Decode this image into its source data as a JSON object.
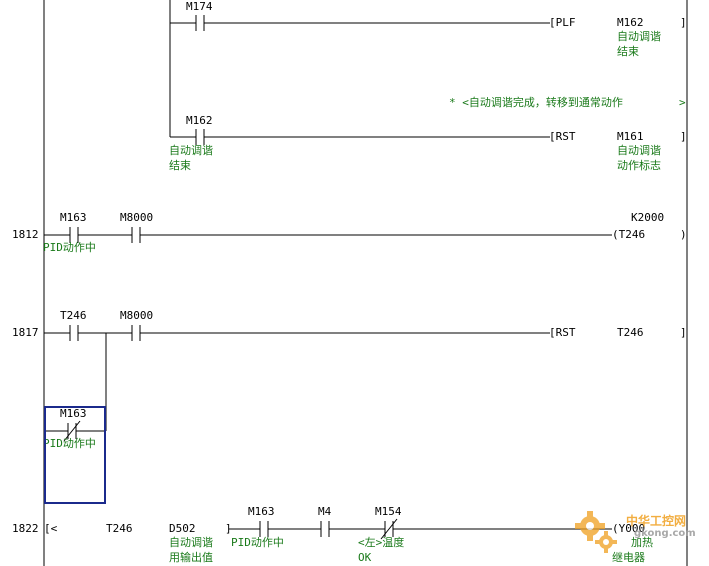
{
  "rung_1": {
    "contact_label": "M174",
    "instruction": "[PLF",
    "operand": "M162",
    "operand_comment": [
      "自动调谐",
      "结束"
    ],
    "right_bracket": "]"
  },
  "rung_2": {
    "note": "* <自动调谐完成，转移到通常动作",
    "note_end": ">",
    "contact_label": "M162",
    "contact_comment": [
      "自动调谐",
      "结束"
    ],
    "instruction": "[RST",
    "operand": "M161",
    "operand_comment": [
      "自动调谐",
      "动作标志"
    ],
    "right_bracket": "]"
  },
  "rung_1812": {
    "step": "1812",
    "contact1": "M163",
    "contact1_comment": "PID动作中",
    "contact2": "M8000",
    "constant": "K2000",
    "coil": "(T246",
    "coil_end": ")"
  },
  "rung_1817": {
    "step": "1817",
    "contact1": "T246",
    "contact2": "M8000",
    "instruction": "[RST",
    "operand": "T246",
    "right_bracket": "]",
    "branch_contact": "M163",
    "branch_comment": "PID动作中"
  },
  "rung_1822": {
    "step": "1822",
    "compare_open": "[<",
    "operand1": "T246",
    "operand2": "D502",
    "operand2_comment": [
      "自动调谐",
      "用输出值"
    ],
    "compare_close": "]",
    "contact1": "M163",
    "contact1_comment": "PID动作中",
    "contact2": "M4",
    "contact3": "M154",
    "contact3_comment": [
      "<左>温度",
      "OK"
    ],
    "coil": "(Y000",
    "coil_comment": [
      "加热",
      "继电器"
    ]
  },
  "watermark": {
    "text": "中华工控网",
    "url": "gkong.com"
  },
  "colors": {
    "comment": "#1a7a1a",
    "line": "#000000",
    "cursor": "#1b2a8c",
    "watermark": "#f0a020"
  }
}
